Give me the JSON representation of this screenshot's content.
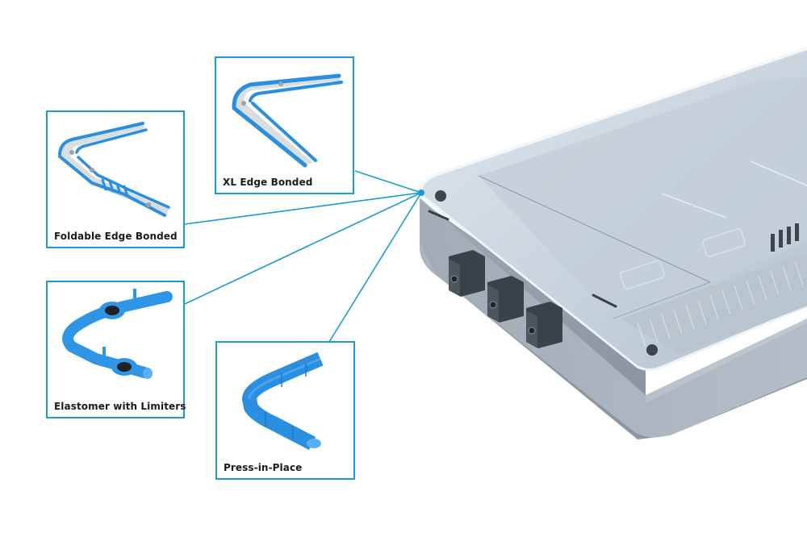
{
  "figure": {
    "accent_color": "#1a9ad6",
    "part_color": "#2a8fe0",
    "housing_color": "#a7b1bd",
    "callouts": [
      {
        "id": "xl-edge-bonded",
        "label": "XL Edge Bonded"
      },
      {
        "id": "foldable-edge-bonded",
        "label": "Foldable Edge Bonded"
      },
      {
        "id": "elastomer-with-limiters",
        "label": "Elastomer with Limiters"
      },
      {
        "id": "press-in-place",
        "label": "Press-in-Place"
      }
    ],
    "callout_origin": "housing-corner-seal"
  }
}
